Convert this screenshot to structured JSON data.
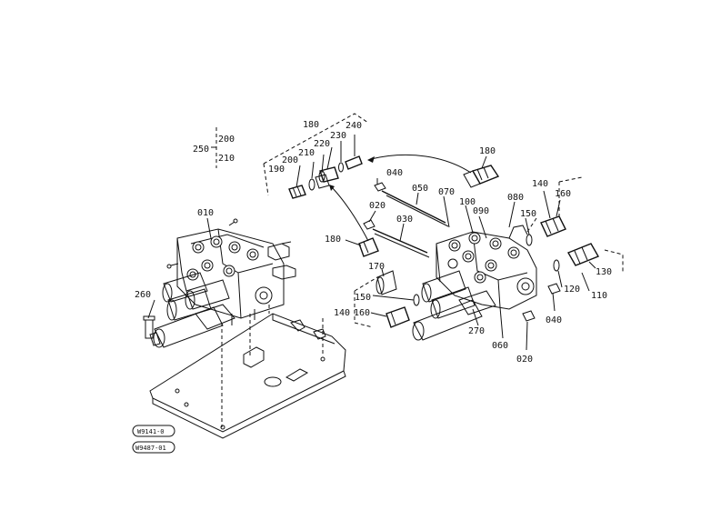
{
  "labels": {
    "p250": "250",
    "p200": "200",
    "p210": "210",
    "p180a": "180",
    "p240": "240",
    "p230": "230",
    "p220": "220",
    "p210b": "210",
    "p200b": "200",
    "p190": "190",
    "p180b": "180",
    "p040a": "040",
    "p050": "050",
    "p070": "070",
    "p100": "100",
    "p090": "090",
    "p080": "080",
    "p140a": "140",
    "p160a": "160",
    "p020a": "020",
    "p030": "030",
    "p150a": "150",
    "p180c": "180",
    "p010": "010",
    "p170": "170",
    "p130": "130",
    "p120": "120",
    "p110": "110",
    "p150b": "150",
    "p140b": "140",
    "p160b": "160",
    "p040b": "040",
    "p260": "260",
    "p270": "270",
    "p060": "060",
    "p020b": "020"
  },
  "stamps": {
    "s1": "W9141-0",
    "s2": "W9487-01"
  }
}
